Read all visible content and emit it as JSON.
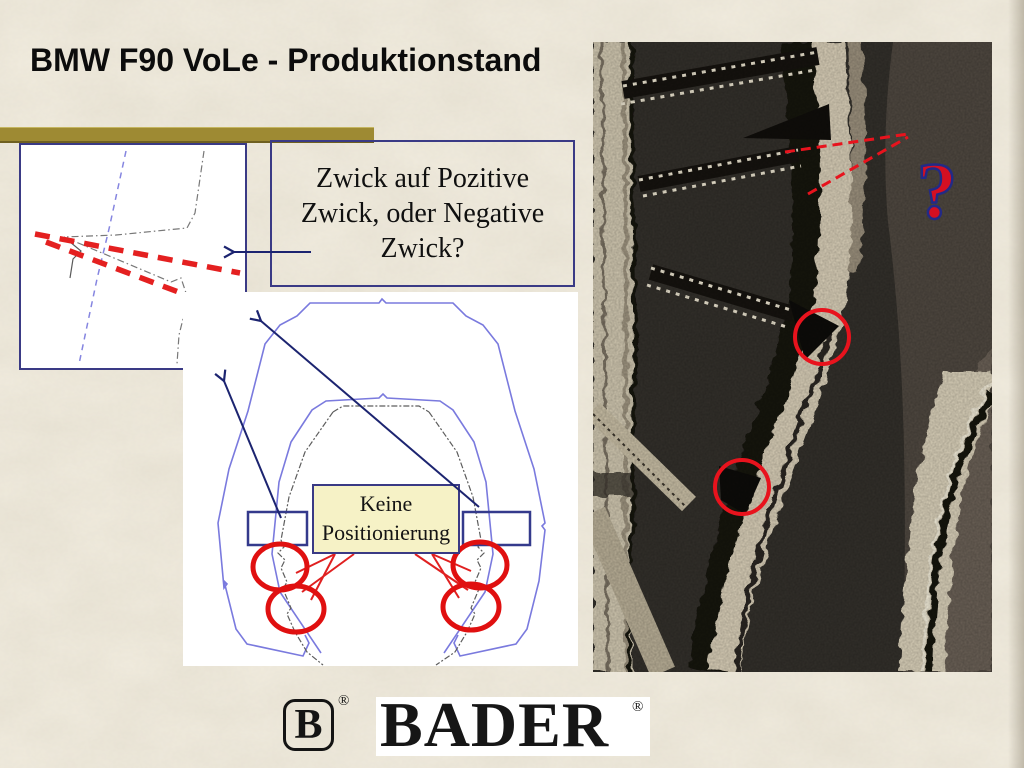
{
  "slide": {
    "title": "BMW F90 VoLe - Produktionstand"
  },
  "callout": {
    "lines": [
      "Zwick auf Pozitive",
      "Zwick, oder Negative",
      "Zwick?"
    ]
  },
  "diagram": {
    "label_lines": [
      "Keine",
      "Positionierung"
    ]
  },
  "photo": {
    "question_mark": "?"
  },
  "logo": {
    "initial": "B",
    "name": "BADER",
    "reg_mark": "®"
  },
  "colors": {
    "background_cream": "#f1ecdf",
    "accent_gold": "#9e8a33",
    "border_navy": "#3a3a85",
    "arrow_navy": "#1c2470",
    "annotation_red": "#e01818",
    "label_yellow": "#f6f2c6",
    "question_mark_red": "#d40f22",
    "question_mark_outline": "#232a86"
  }
}
